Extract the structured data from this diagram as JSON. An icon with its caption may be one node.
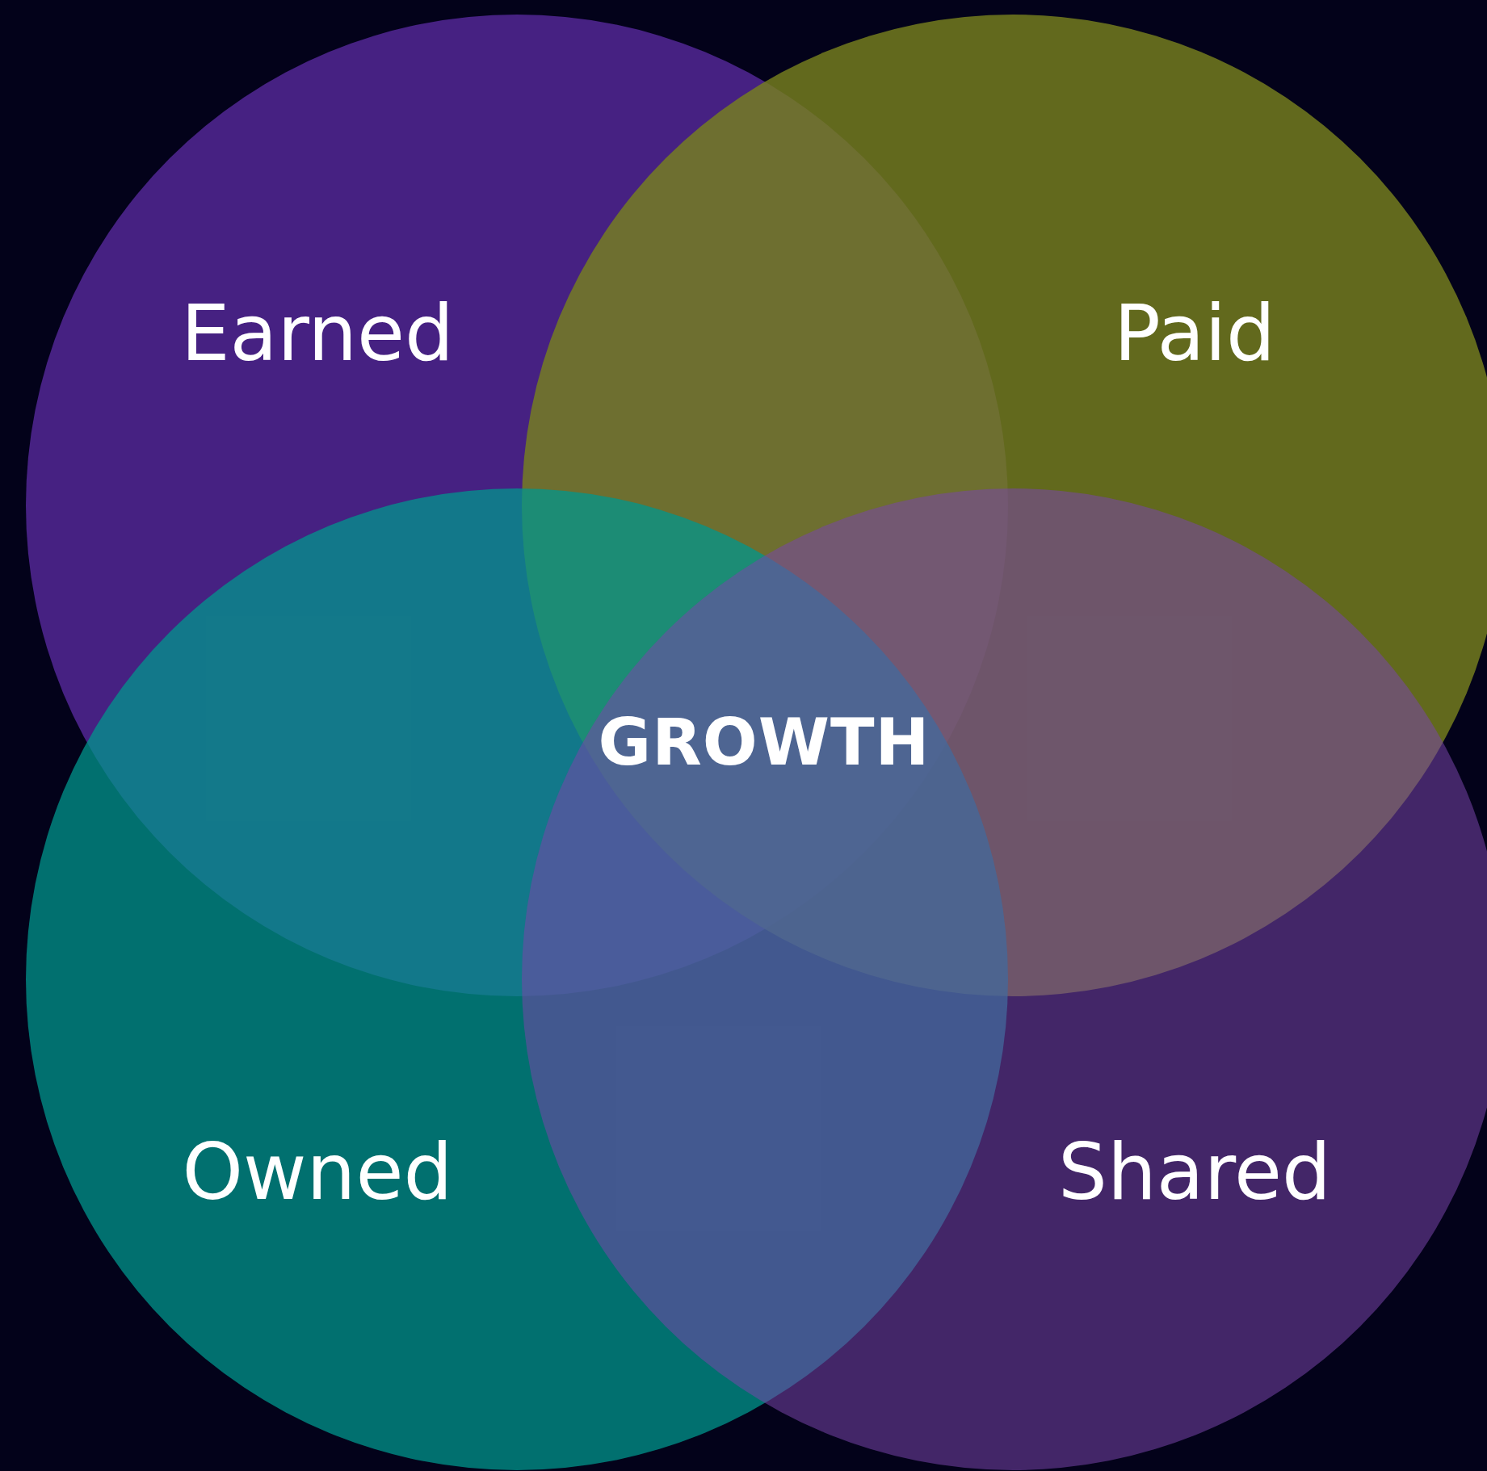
{
  "diagram": {
    "nodes": [
      {
        "text": [
          "Earned"
        ]
      },
      {
        "text": [
          "Paid"
        ]
      },
      {
        "text": [
          "Owned"
        ]
      },
      {
        "text": [
          "Shared"
        ]
      }
    ],
    "labels": [
      "GROWTH"
    ]
  }
}
